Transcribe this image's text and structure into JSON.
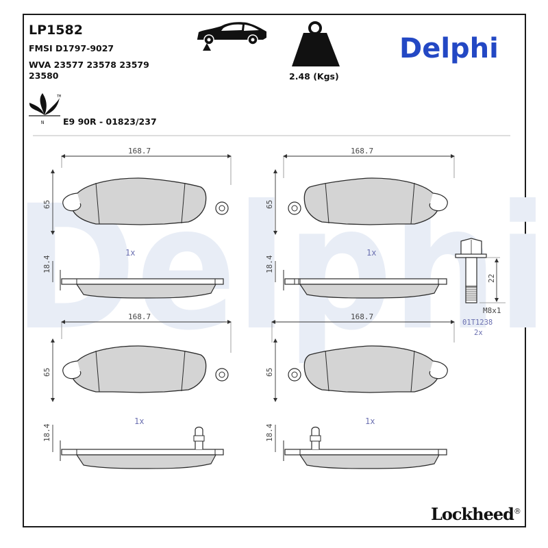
{
  "header": {
    "part_number": "LP1582",
    "fmsi": "FMSI D1797-9027",
    "wva_line1": "WVA 23577 23578 23579",
    "wva_line2": "23580",
    "approval": "E9 90R - 01823/237",
    "weight": "2.48 (Kgs)",
    "brand": "Delphi",
    "watermark": "Delphi",
    "maker": "Lockheed",
    "maker_mark": "®",
    "eco_letter": "N",
    "eco_tm": "TM"
  },
  "drawings": {
    "pad_width": "168.7",
    "pad_height": "65",
    "thickness": "18.4",
    "quantity": "1x",
    "bolt": {
      "length": "22",
      "thread": "M8x1",
      "code": "01T1238",
      "quantity": "2x"
    }
  },
  "colors": {
    "brand_blue": "#2348c4",
    "watermark": "#e8edf6",
    "pad_fill": "#d4d4d4",
    "line": "#2a2a2a",
    "dim_text": "#444444",
    "qty_text": "#6a6fb0"
  },
  "icons": [
    "car-lift-icon",
    "weight-icon",
    "eco-leaf-icon"
  ]
}
